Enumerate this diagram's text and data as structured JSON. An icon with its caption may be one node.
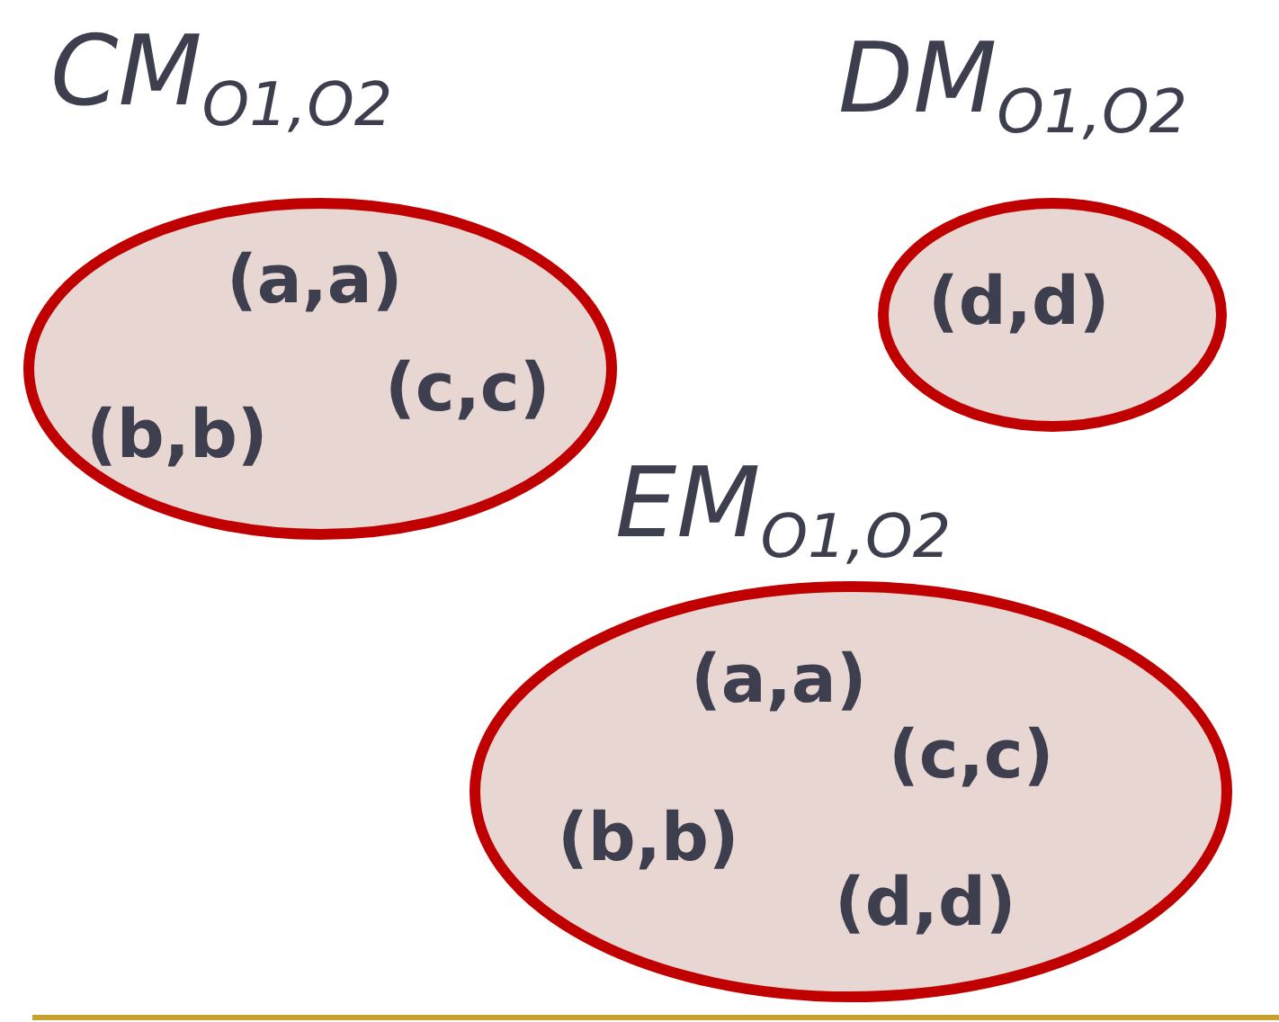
{
  "diagram": {
    "nodes": [
      {
        "text": [
          "CM$_{O1,O2}$",
          "(a,a)",
          "(b,b)",
          "(c,c)"
        ]
      },
      {
        "text": [
          "DM$_{O1,O2}$",
          "(d,d)"
        ]
      },
      {
        "text": [
          "EM$_{O1,O2}$",
          "(a,a)",
          "(c,c)",
          "(b,b)",
          "(d,d)"
        ]
      }
    ]
  }
}
